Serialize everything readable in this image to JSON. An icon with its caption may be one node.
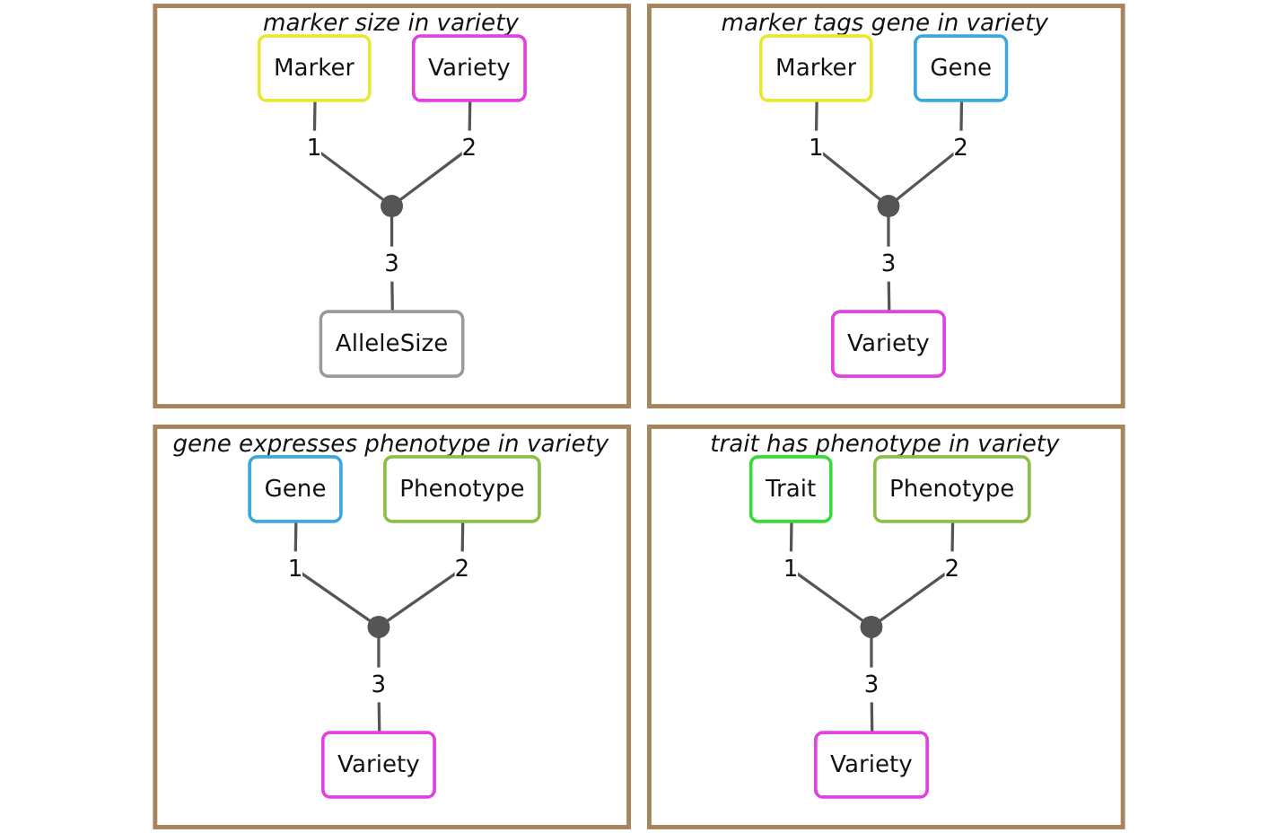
{
  "diagram": {
    "nodes": [
      {
        "text": [
          "marker size in variety"
        ]
      },
      {
        "text": [
          "Marker"
        ],
        "in": 0
      },
      {
        "text": [
          "Variety"
        ],
        "in": 0
      },
      {
        "text": [],
        "shape": "point",
        "in": 0
      },
      {
        "text": [
          "AlleleSize"
        ],
        "in": 0
      },
      {
        "text": [
          "marker tags gene in variety"
        ]
      },
      {
        "text": [
          "Marker"
        ],
        "in": 5
      },
      {
        "text": [
          "Gene"
        ],
        "in": 5
      },
      {
        "text": [],
        "shape": "point",
        "in": 5
      },
      {
        "text": [
          "Variety"
        ],
        "in": 5
      },
      {
        "text": [
          "gene expresses phenotype in variety"
        ]
      },
      {
        "text": [
          "Gene"
        ],
        "in": 10
      },
      {
        "text": [
          "Phenotype"
        ],
        "in": 10
      },
      {
        "text": [],
        "shape": "point",
        "in": 10
      },
      {
        "text": [
          "Variety"
        ],
        "in": 10
      },
      {
        "text": [
          "trait has phenotype in variety"
        ]
      },
      {
        "text": [
          "Trait"
        ],
        "in": 15
      },
      {
        "text": [
          "Phenotype"
        ],
        "in": 15
      },
      {
        "text": [],
        "shape": "point",
        "in": 15
      },
      {
        "text": [
          "Variety"
        ],
        "in": 15
      }
    ],
    "edges": [
      {
        "from": 1,
        "to": 3,
        "arrow": "none",
        "label": "1"
      },
      {
        "from": 2,
        "to": 3,
        "arrow": "none",
        "label": "2"
      },
      {
        "from": 3,
        "to": 4,
        "arrow": "none",
        "label": "3"
      },
      {
        "from": 6,
        "to": 8,
        "arrow": "none",
        "label": "1"
      },
      {
        "from": 7,
        "to": 8,
        "arrow": "none",
        "label": "2"
      },
      {
        "from": 8,
        "to": 9,
        "arrow": "none",
        "label": "3"
      },
      {
        "from": 11,
        "to": 13,
        "arrow": "none",
        "label": "1"
      },
      {
        "from": 12,
        "to": 13,
        "arrow": "none",
        "label": "2"
      },
      {
        "from": 13,
        "to": 14,
        "arrow": "none",
        "label": "3"
      },
      {
        "from": 16,
        "to": 18,
        "arrow": "none",
        "label": "1"
      },
      {
        "from": 17,
        "to": 18,
        "arrow": "none",
        "label": "2"
      },
      {
        "from": 18,
        "to": 19,
        "arrow": "none",
        "label": "3"
      }
    ]
  }
}
